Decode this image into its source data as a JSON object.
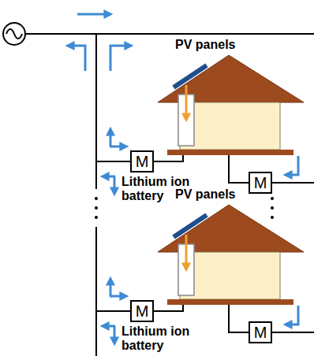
{
  "diagram": {
    "nodes": [
      {
        "text": [
          "M"
        ]
      },
      {
        "text": [
          "M"
        ]
      },
      {
        "text": [
          "M"
        ]
      },
      {
        "text": [
          "M"
        ]
      }
    ],
    "labels": [
      "PV panels",
      "Lithium ion battery",
      "PV panels",
      "Lithium ion battery"
    ]
  }
}
